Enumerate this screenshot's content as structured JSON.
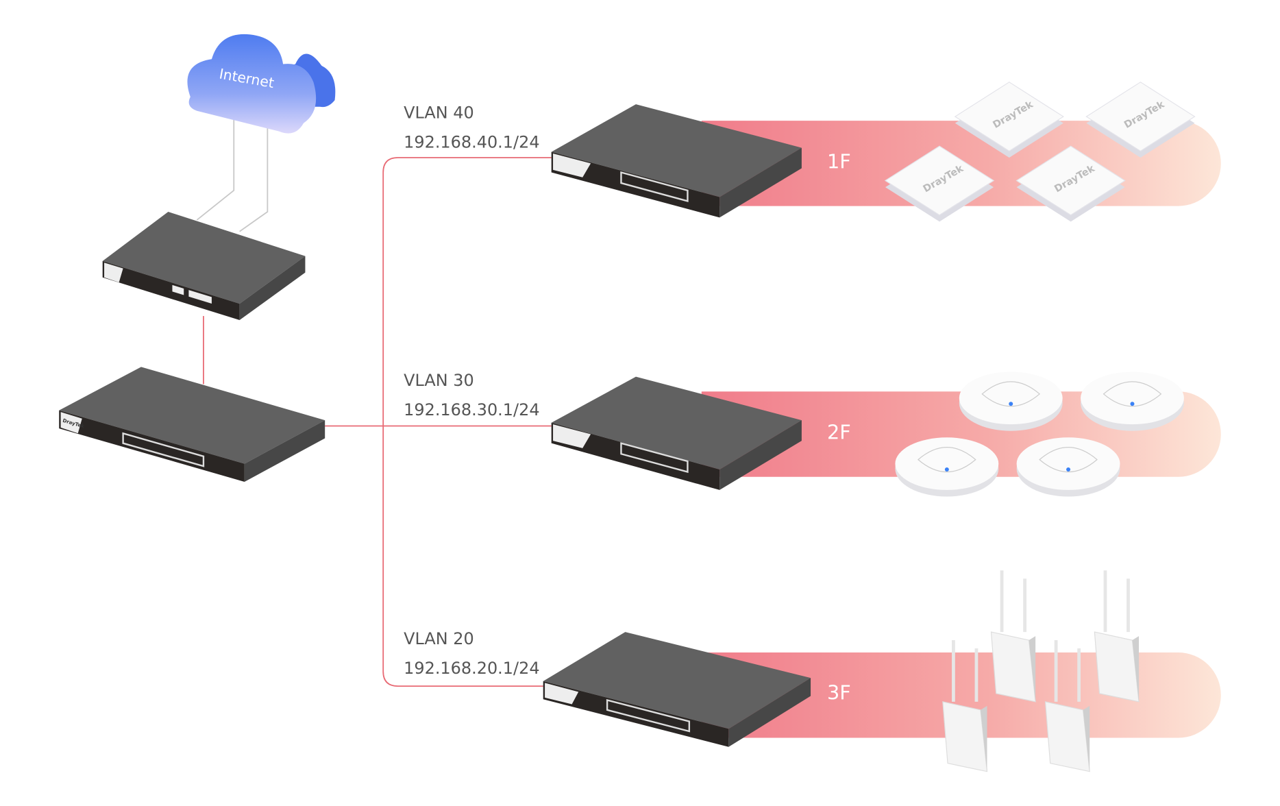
{
  "cloud": {
    "label": "Internet",
    "color": "#5b86f0"
  },
  "brand": "DrayTek",
  "link_color": "#e86a74",
  "band_colors": {
    "start": "#f07c8a",
    "end": "#fde6d8"
  },
  "floors": [
    {
      "vlan": "VLAN 40",
      "subnet": "192.168.40.1/24",
      "floor": "1F",
      "ap_type": "square-ceiling-ap"
    },
    {
      "vlan": "VLAN 30",
      "subnet": "192.168.30.1/24",
      "floor": "2F",
      "ap_type": "round-ceiling-ap"
    },
    {
      "vlan": "VLAN 20",
      "subnet": "192.168.20.1/24",
      "floor": "3F",
      "ap_type": "outdoor-antenna-ap"
    }
  ]
}
